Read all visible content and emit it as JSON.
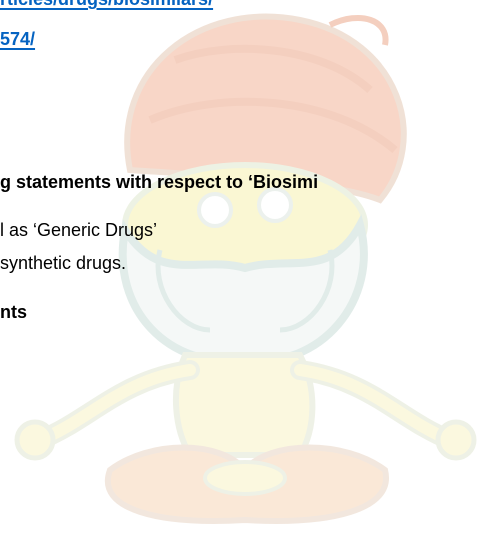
{
  "url_line_1": "rticles/drugs/biosimilars/",
  "url_line_2": "574/",
  "question": "g statements with respect to ‘Biosimi",
  "statement_1": "l as ‘Generic Drugs’",
  "statement_2": "synthetic drugs.",
  "option_fragment": "nts",
  "watermark_icon": "meditating-turbaned-sage-icon",
  "colors": {
    "link": "#0563c1",
    "text": "#000000",
    "turban": "#f3b59a",
    "beard": "#c9ddd8",
    "face": "#f6f1b0"
  }
}
